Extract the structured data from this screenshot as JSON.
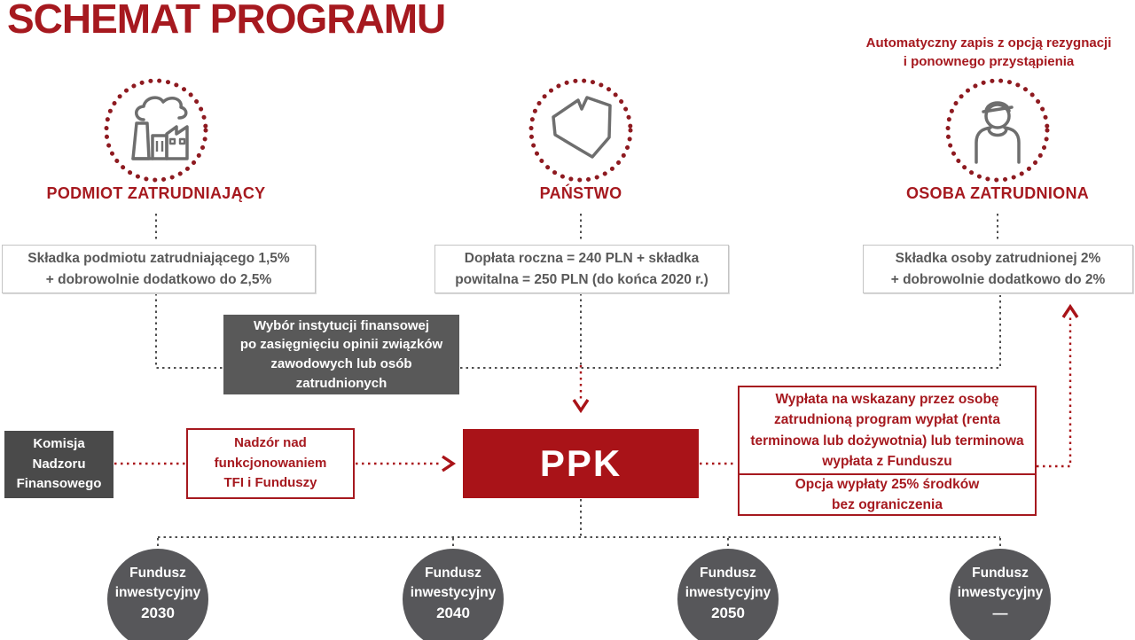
{
  "title": "SCHEMAT PROGRAMU",
  "auto_note_lines": [
    "Automatyczny zapis z opcją rezygnacji",
    "i ponownego przystąpienia"
  ],
  "actors": [
    {
      "label": "PODMIOT ZATRUDNIAJĄCY",
      "icon": "factory-icon",
      "contribution_lines": [
        "Składka podmiotu zatrudniającego 1,5%",
        "+ dobrowolnie dodatkowo do 2,5%"
      ]
    },
    {
      "label": "PAŃSTWO",
      "icon": "poland-map-icon",
      "contribution_lines": [
        "Dopłata roczna = 240 PLN + składka",
        "powitalna = 250 PLN (do końca 2020 r.)"
      ]
    },
    {
      "label": "OSOBA ZATRUDNIONA",
      "icon": "employee-icon",
      "contribution_lines": [
        "Składka osoby zatrudnionej 2%",
        "+ dobrowolnie dodatkowo do 2%"
      ]
    }
  ],
  "institution_choice_lines": [
    "Wybór instytucji finansowej",
    "po zasięgnięciu opinii  związków",
    "zawodowych lub osób",
    "zatrudnionych"
  ],
  "knf_lines": [
    "Komisja",
    "Nadzoru",
    "Finansowego"
  ],
  "supervision_lines": [
    "Nadzór nad",
    "funkcjonowaniem",
    "TFI i Funduszy"
  ],
  "ppk_label": "PPK",
  "payout_main_lines": [
    "Wypłata na wskazany przez osobę",
    "zatrudnioną program wypłat (renta",
    "terminowa lub dożywotnia) lub terminowa",
    "wypłata z Funduszu"
  ],
  "payout_option_lines": [
    "Opcja wypłaty 25% środków",
    "bez ograniczenia"
  ],
  "funds": [
    {
      "name_lines": [
        "Fundusz",
        "inwestycyjny"
      ],
      "year": "2030"
    },
    {
      "name_lines": [
        "Fundusz",
        "inwestycyjny"
      ],
      "year": "2040"
    },
    {
      "name_lines": [
        "Fundusz",
        "inwestycyjny"
      ],
      "year": "2050"
    },
    {
      "name_lines": [
        "Fundusz",
        "inwestycyjny"
      ],
      "year": "—"
    }
  ],
  "colors": {
    "accent_red": "#A6191F",
    "ppk_red": "#A91318",
    "box_gray": "#595959",
    "circle_gray": "#57575A",
    "line_gray": "#4D4D4D"
  }
}
